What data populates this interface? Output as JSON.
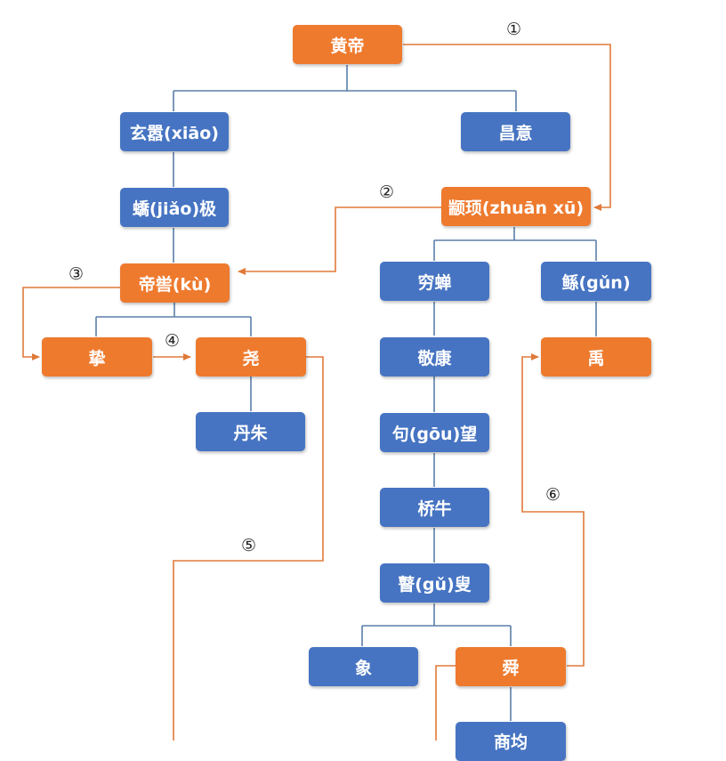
{
  "colors": {
    "orange": "#ee7a2e",
    "blue": "#4674c2",
    "tree_line": "#5b7fa8",
    "succession_line": "#e07a3a"
  },
  "nodes": {
    "huangdi": "黄帝",
    "xuanxiao": "玄嚣(xiāo)",
    "changyi": "昌意",
    "jiaoji": "蟜(jiǎo)极",
    "zhuanxu": "颛顼(zhuān xū)",
    "diku": "帝喾(kù)",
    "qiongchan": "穷蝉",
    "gun": "鲧(gǔn)",
    "zhi": "挚",
    "yao": "尧",
    "jingkang": "敬康",
    "yu": "禹",
    "danzhu": "丹朱",
    "goumang": "句(gōu)望",
    "qiaoniu": "桥牛",
    "gusou": "瞽(gǔ)叟",
    "xiang": "象",
    "shun": "舜",
    "shangjun": "商均"
  },
  "markers": [
    "①",
    "②",
    "③",
    "④",
    "⑤",
    "⑥"
  ]
}
